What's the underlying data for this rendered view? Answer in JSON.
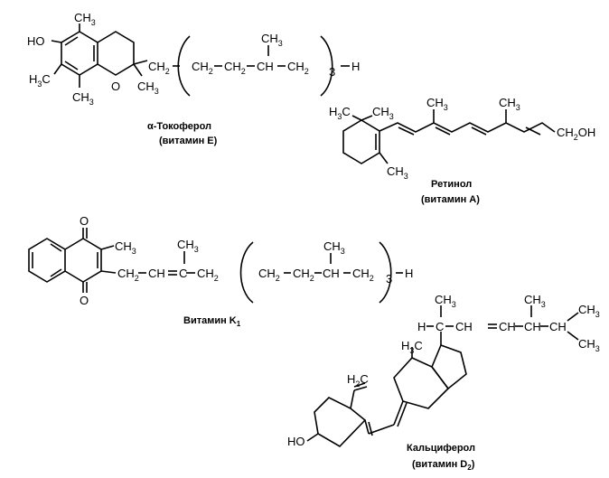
{
  "tocopherol": {
    "caption": "α-Токоферол",
    "subcaption": "(витамин E)",
    "atoms": {
      "ho": "HO",
      "ch3_top": "CH",
      "ch3_left": "H",
      "ch3_bottom": "CH",
      "o": "O",
      "ch3_ring": "CH",
      "ch2_link": "CH",
      "chain_left": "CH",
      "chain_mid": "CH",
      "chain_ch": "CH",
      "chain_right": "CH",
      "chain_ch3": "CH",
      "repeat": "3",
      "end": "H"
    }
  },
  "retinol": {
    "caption": "Ретинол",
    "subcaption": "(витамин А)",
    "atoms": {
      "h3c": "H",
      "ch3_a": "CH",
      "ch3_b": "CH",
      "ch3_c": "CH",
      "ch3_d": "CH",
      "ch2oh": "CH",
      "oh": "OH"
    }
  },
  "vitk1": {
    "caption": "Витамин K",
    "caption_sub": "1",
    "atoms": {
      "o_top": "O",
      "o_bottom": "O",
      "ch3_ring": "CH",
      "ch2_a": "CH",
      "ch_eq": "CH",
      "c_eq": "C",
      "ch2_b": "CH",
      "ch3_top": "CH",
      "chain_left": "CH",
      "chain_mid": "CH",
      "chain_ch": "CH",
      "chain_right": "CH",
      "chain_ch3": "CH",
      "repeat": "3",
      "end": "H"
    }
  },
  "calciferol": {
    "caption": "Кальциферол",
    "subcaption": "(витамин D",
    "subcaption_sub": "2",
    "subcaption_end": ")",
    "atoms": {
      "h_left": "H",
      "c_ch": "C",
      "ch_eq1": "CH",
      "ch_eq2": "CH",
      "ch_next": "CH",
      "ch_last": "CH",
      "ch3_top1": "CH",
      "ch3_top2": "CH",
      "ch3_r1": "CH",
      "ch3_r2": "CH",
      "h3c": "H",
      "h2c": "H",
      "ho": "HO"
    }
  }
}
